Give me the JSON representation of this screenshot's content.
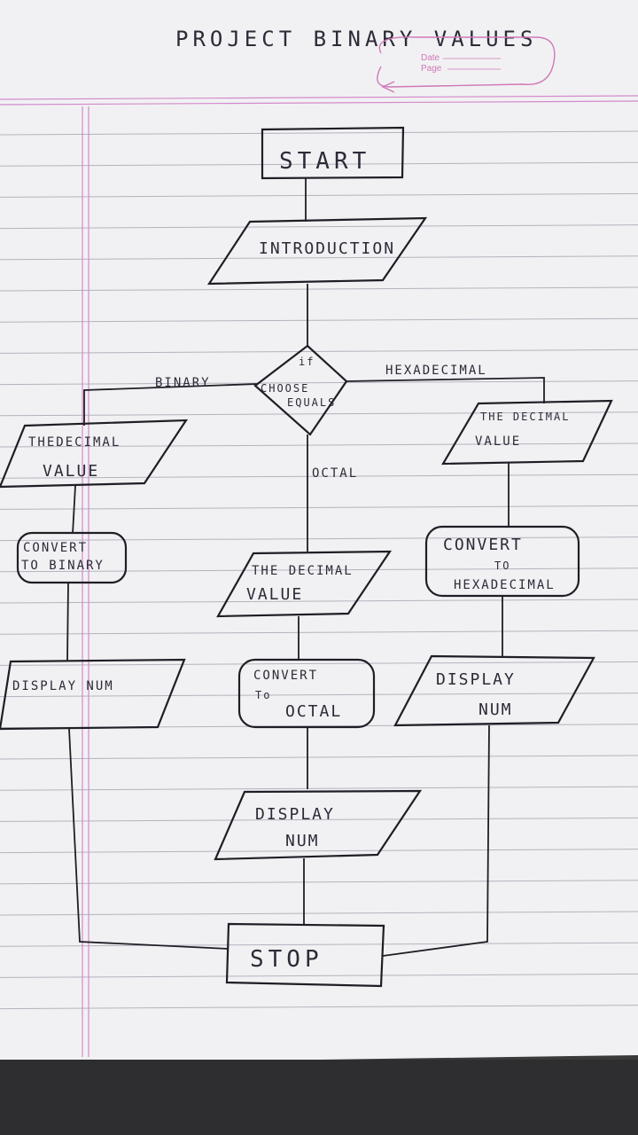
{
  "title": "PROJECT BINARY VALUES",
  "stamp": {
    "date_label": "Date",
    "page_label": "Page"
  },
  "nodes": {
    "start": "START",
    "intro": "INTRODUCTION",
    "decision_top": "if",
    "decision_l1": "CHOOSE",
    "decision_l2": "EQUALS",
    "left_input_l1": "THEDECIMAL",
    "left_input_l2": "VALUE",
    "left_convert_l1": "CONVERT",
    "left_convert_l2": "TO BINARY",
    "left_display": "DISPLAY NUM",
    "mid_input_l1": "THE DECIMAL",
    "mid_input_l2": "VALUE",
    "mid_convert_l1": "CONVERT",
    "mid_convert_l2": "To",
    "mid_convert_l3": "OCTAL",
    "mid_display_l1": "DISPLAY",
    "mid_display_l2": "NUM",
    "right_input_l1": "THE DECIMAL",
    "right_input_l2": "VALUE",
    "right_convert_l1": "CONVERT",
    "right_convert_l2": "TO",
    "right_convert_l3": "HEXADECIMAL",
    "right_display_l1": "DISPLAY",
    "right_display_l2": "NUM",
    "stop": "STOP"
  },
  "branches": {
    "left": "BINARY",
    "middle": "OCTAL",
    "right": "HEXADECIMAL"
  },
  "colors": {
    "paper": "#f1f1f3",
    "rule": "#b3b3be",
    "margin": "#d38acb",
    "ink": "#1e1e26",
    "background": "#3a3a3a"
  }
}
